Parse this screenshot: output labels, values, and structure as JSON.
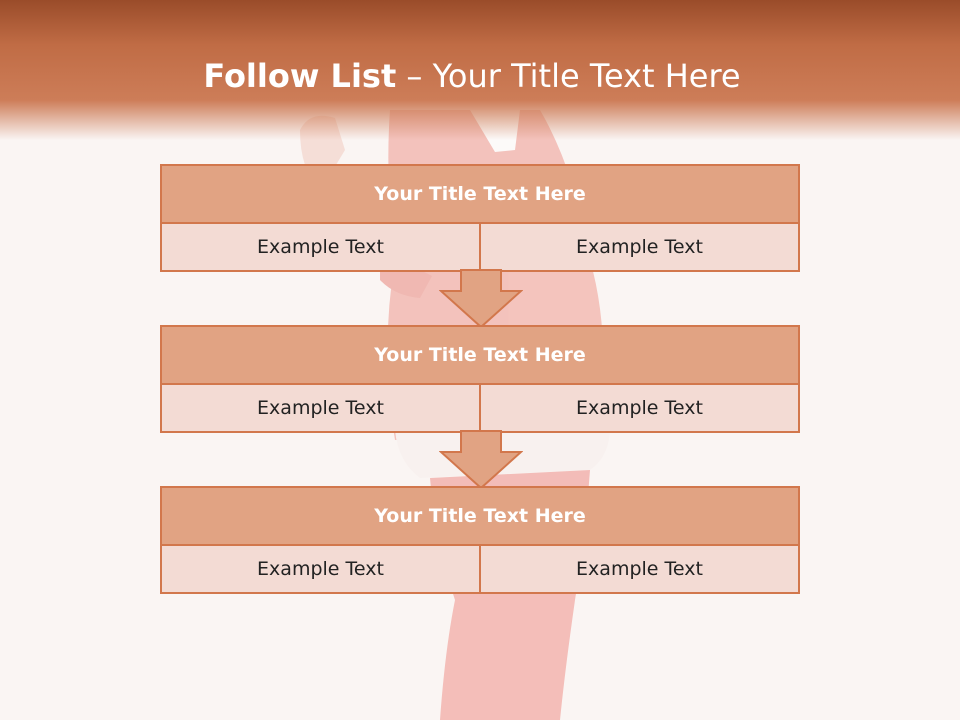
{
  "slide": {
    "title_bold": "Follow List",
    "title_rest": " – Your Title Text Here"
  },
  "blocks": [
    {
      "title": "Your Title Text Here",
      "left": "Example Text",
      "right": "Example Text"
    },
    {
      "title": "Your Title Text Here",
      "left": "Example Text",
      "right": "Example Text"
    },
    {
      "title": "Your Title Text Here",
      "left": "Example Text",
      "right": "Example Text"
    }
  ],
  "colors": {
    "header_dark": "#9a4c2a",
    "header_light": "#cd7d58",
    "block_border": "#d2774c",
    "block_title_fill": "#e1a383",
    "block_body_fill": "#f3dbd4",
    "arrow_fill": "#e1a383"
  }
}
